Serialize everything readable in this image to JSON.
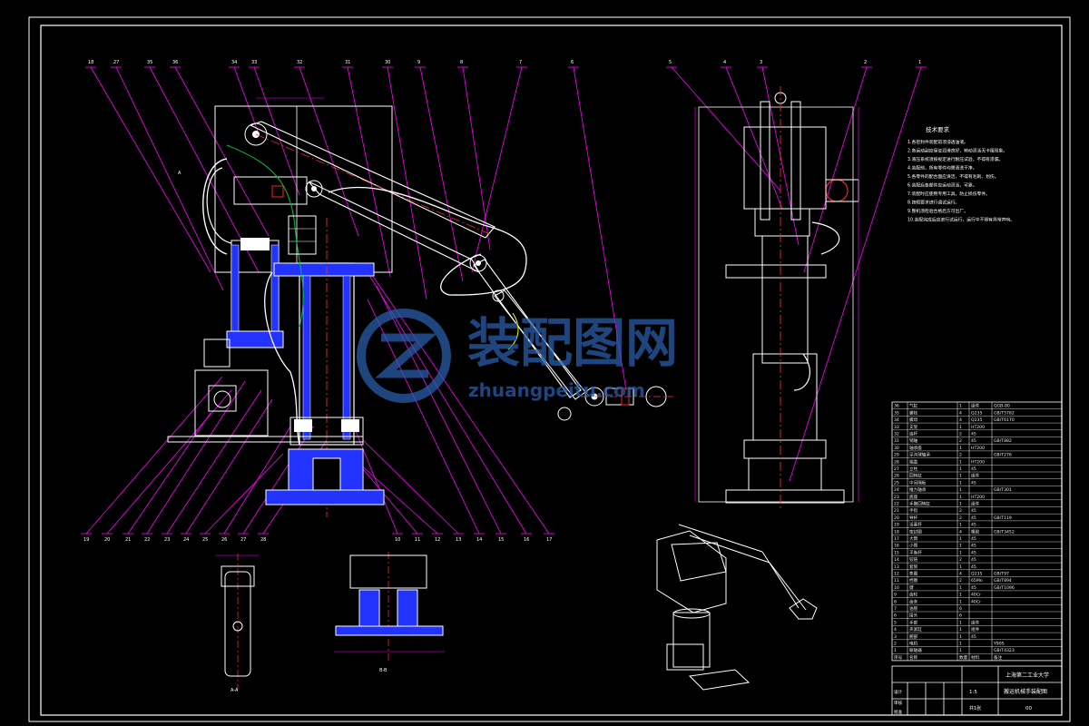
{
  "drawing": {
    "type": "mechanical-assembly-drawing",
    "background": "#000000",
    "colors": {
      "frame": "#ffffff",
      "leader": "#ff00ff",
      "center": "#ff3030",
      "part_fill": "#2233ff",
      "hose": "#ffffff",
      "accent_green": "#00c040",
      "accent_yellow": "#ffff00",
      "accent_red": "#ff2020",
      "watermark": "#2a5da8"
    }
  },
  "balloons_top": [
    "18",
    "27",
    "35",
    "36",
    "34",
    "33",
    "32",
    "31",
    "30",
    "9",
    "8",
    "7",
    "6",
    "5",
    "4",
    "3",
    "2",
    "1"
  ],
  "balloons_bottom": [
    "19",
    "20",
    "21",
    "22",
    "23",
    "24",
    "25",
    "26",
    "27",
    "28",
    "10",
    "11",
    "12",
    "13",
    "14",
    "15",
    "16",
    "17"
  ],
  "notes": {
    "title": "技术要求",
    "lines": [
      "1.各密封件装配前须浸透油液。",
      "2.各运动副应保证润滑良好，转动灵活无卡阻现象。",
      "3.液压系统须按规定进行耐压试验，不得有渗漏。",
      "4.装配前，所有零件均需清洗干净。",
      "5.各零件的配合面应清洁，不得有毛刺、划伤。",
      "6.装配后各部件应运动灵活，可靠。",
      "7.装配时应使用专用工具，防止损伤零件。",
      "8.按照要求进行调试运行。",
      "9.整机须检验合格后方可出厂。",
      "10.装配完成后应进行试运行，运行中不得有异常声响。"
    ]
  },
  "section_labels": {
    "view_a": "A",
    "detail_1": "A-A",
    "detail_2": "B-B"
  },
  "watermark": {
    "cn": "装配图网",
    "en": "zhuangpeitu.com"
  },
  "title_block": {
    "school": "上海第二工业大学",
    "drawing_name": "搬运机械手装配图",
    "drawing_no": "00",
    "scale": "1:5",
    "sheet": "共1张",
    "label_design": "设计",
    "label_check": "审核",
    "label_approve": "批准"
  },
  "bom": {
    "headers": [
      "序号",
      "名称",
      "数量",
      "材料",
      "备注"
    ],
    "rows": [
      [
        "36",
        "气缸",
        "1",
        "组件",
        "QGB-80"
      ],
      [
        "35",
        "螺栓",
        "4",
        "Q235",
        "GB/T5782"
      ],
      [
        "34",
        "螺母",
        "4",
        "Q235",
        "GB/T6170"
      ],
      [
        "33",
        "支架",
        "1",
        "HT200",
        ""
      ],
      [
        "32",
        "连杆",
        "2",
        "45",
        ""
      ],
      [
        "31",
        "销轴",
        "2",
        "45",
        "GB/T882"
      ],
      [
        "30",
        "轴承座",
        "1",
        "HT200",
        ""
      ],
      [
        "29",
        "深沟球轴承",
        "2",
        "",
        "GB/T276"
      ],
      [
        "28",
        "端盖",
        "1",
        "HT200",
        ""
      ],
      [
        "27",
        "立柱",
        "1",
        "45",
        ""
      ],
      [
        "26",
        "回转缸",
        "1",
        "组件",
        ""
      ],
      [
        "25",
        "中间隔板",
        "1",
        "45",
        ""
      ],
      [
        "24",
        "推力轴承",
        "1",
        "",
        "GB/T301"
      ],
      [
        "23",
        "底座",
        "1",
        "HT200",
        ""
      ],
      [
        "22",
        "手腕回转缸",
        "1",
        "组件",
        ""
      ],
      [
        "21",
        "手指",
        "2",
        "45",
        ""
      ],
      [
        "20",
        "导杆",
        "2",
        "45",
        "GB/T119"
      ],
      [
        "19",
        "活塞杆",
        "1",
        "45",
        ""
      ],
      [
        "18",
        "密封圈",
        "4",
        "橡胶",
        "GB/T3452"
      ],
      [
        "17",
        "大臂",
        "1",
        "45",
        ""
      ],
      [
        "16",
        "小臂",
        "1",
        "45",
        ""
      ],
      [
        "15",
        "平衡杆",
        "1",
        "45",
        ""
      ],
      [
        "14",
        "铰链",
        "2",
        "45",
        ""
      ],
      [
        "13",
        "套筒",
        "1",
        "45",
        ""
      ],
      [
        "12",
        "垫圈",
        "4",
        "Q235",
        "GB/T97"
      ],
      [
        "11",
        "挡圈",
        "2",
        "65Mn",
        "GB/T894"
      ],
      [
        "10",
        "键",
        "1",
        "45",
        "GB/T1096"
      ],
      [
        "9",
        "齿轮",
        "1",
        "40Cr",
        ""
      ],
      [
        "8",
        "齿条",
        "1",
        "40Cr",
        ""
      ],
      [
        "7",
        "油管",
        "6",
        "",
        ""
      ],
      [
        "6",
        "接头",
        "6",
        "",
        ""
      ],
      [
        "5",
        "手部",
        "1",
        "组件",
        ""
      ],
      [
        "4",
        "夹紧缸",
        "1",
        "组件",
        ""
      ],
      [
        "3",
        "腕部",
        "1",
        "45",
        ""
      ],
      [
        "2",
        "电机",
        "1",
        "",
        "Y90S"
      ],
      [
        "1",
        "联轴器",
        "1",
        "",
        "GB/T4323"
      ]
    ]
  }
}
